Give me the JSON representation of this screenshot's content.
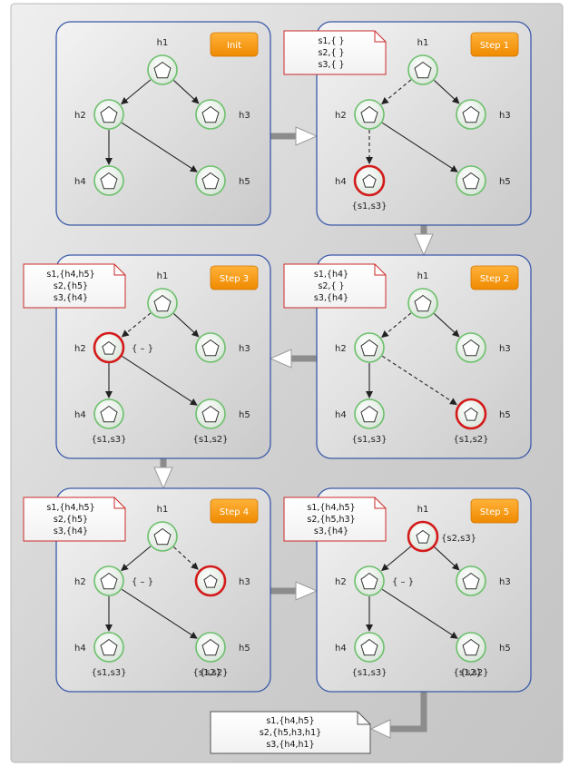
{
  "colors": {
    "panel_border": "#3a5aa8",
    "node_ring": "#6cc06c",
    "node_highlight": "#d41a1a",
    "badge": "#f39a0b",
    "note_border": "#cc2a2a",
    "connector": "#8c8c8c"
  },
  "panels": [
    {
      "id": "init",
      "badge": "Init",
      "edges": [
        [
          "h1",
          "h2",
          "solid"
        ],
        [
          "h1",
          "h3",
          "solid"
        ],
        [
          "h2",
          "h4",
          "solid"
        ],
        [
          "h2",
          "h5",
          "solid"
        ]
      ],
      "highlight": [],
      "note": null,
      "annotations": {}
    },
    {
      "id": "step1",
      "badge": "Step 1",
      "edges": [
        [
          "h1",
          "h2",
          "dashed"
        ],
        [
          "h1",
          "h3",
          "solid"
        ],
        [
          "h2",
          "h4",
          "dashed"
        ],
        [
          "h2",
          "h5",
          "solid"
        ]
      ],
      "highlight": [
        "h4"
      ],
      "note": [
        "s1,{ }",
        "s2,{ }",
        "s3,{ }"
      ],
      "annotations": {
        "h4": "{s1,s3}"
      }
    },
    {
      "id": "step2",
      "badge": "Step 2",
      "edges": [
        [
          "h1",
          "h2",
          "dashed"
        ],
        [
          "h1",
          "h3",
          "solid"
        ],
        [
          "h2",
          "h4",
          "solid"
        ],
        [
          "h2",
          "h5",
          "dashed"
        ]
      ],
      "highlight": [
        "h5"
      ],
      "note": [
        "s1,{h4}",
        "s2,{ }",
        "s3,{h4}"
      ],
      "annotations": {
        "h4": "{s1,s3}",
        "h5": "{s1,s2}"
      }
    },
    {
      "id": "step3",
      "badge": "Step 3",
      "edges": [
        [
          "h1",
          "h2",
          "dashed"
        ],
        [
          "h1",
          "h3",
          "solid"
        ],
        [
          "h2",
          "h4",
          "solid"
        ],
        [
          "h2",
          "h5",
          "solid"
        ]
      ],
      "highlight": [
        "h2"
      ],
      "note": [
        "s1,{h4,h5}",
        "s2,{h5}",
        "s3,{h4}"
      ],
      "annotations": {
        "h2": "{ – }",
        "h4": "{s1,s3}",
        "h5": "{s1,s2}"
      }
    },
    {
      "id": "step4",
      "badge": "Step 4",
      "edges": [
        [
          "h1",
          "h2",
          "solid"
        ],
        [
          "h1",
          "h3",
          "dashed"
        ],
        [
          "h2",
          "h4",
          "solid"
        ],
        [
          "h2",
          "h5",
          "solid"
        ]
      ],
      "highlight": [
        "h3"
      ],
      "note": [
        "s1,{h4,h5}",
        "s2,{h5}",
        "s3,{h4}"
      ],
      "annotations": {
        "h2": "{ – }",
        "h3": "{s2}",
        "h4": "{s1,s3}",
        "h5": "{s1,s2}"
      }
    },
    {
      "id": "step5",
      "badge": "Step 5",
      "edges": [
        [
          "h1",
          "h2",
          "solid"
        ],
        [
          "h1",
          "h3",
          "solid"
        ],
        [
          "h2",
          "h4",
          "solid"
        ],
        [
          "h2",
          "h5",
          "solid"
        ]
      ],
      "highlight": [
        "h1"
      ],
      "note": [
        "s1,{h4,h5}",
        "s2,{h5,h3}",
        "s3,{h4}"
      ],
      "annotations": {
        "h1": "{s2,s3}",
        "h2": "{ – }",
        "h3": "{s2}",
        "h4": "{s1,s3}",
        "h5": "{s1,s2}"
      }
    }
  ],
  "node_labels": {
    "h1": "h1",
    "h2": "h2",
    "h3": "h3",
    "h4": "h4",
    "h5": "h5"
  },
  "final_note": [
    "s1,{h4,h5}",
    "s2,{h5,h3,h1}",
    "s3,{h4,h1}"
  ]
}
